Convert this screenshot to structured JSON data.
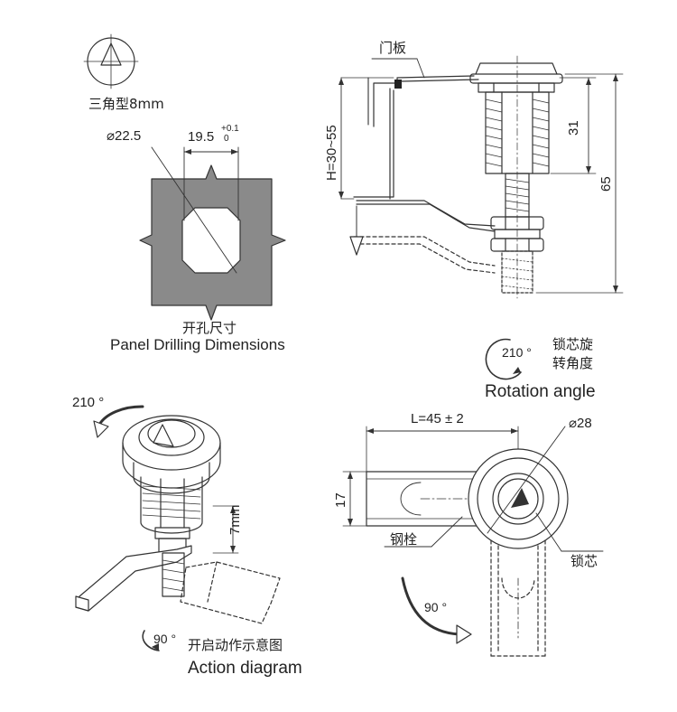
{
  "colors": {
    "ink": "#333333",
    "fill": "#8a8a8a",
    "light": "#d9d9d9"
  },
  "top_left": {
    "triangle_label": "三角型8mm",
    "dia_label": "⌀22.5",
    "width_label_main": "19.5",
    "width_label_sup": "+0.1",
    "width_label_sub": "0",
    "caption_cn": "开孔尺寸",
    "caption_en": "Panel Drilling Dimensions"
  },
  "top_right": {
    "panel_label": "门板",
    "height_label": "H=30~55",
    "dim_31": "31",
    "dim_65": "65",
    "rotation_deg": "210 °",
    "rotation_cn_1": "锁芯旋",
    "rotation_cn_2": "转角度",
    "rotation_en": "Rotation angle"
  },
  "bottom_left": {
    "rotation_deg": "210 °",
    "dim_7mm": "7mm",
    "action_deg": "90 °",
    "action_cn": "开启动作示意图",
    "action_en": "Action diagram"
  },
  "bottom_right": {
    "length_label": "L=45 ± 2",
    "dia_label": "⌀28",
    "dim_17": "17",
    "bolt_label": "钢栓",
    "core_label": "锁芯",
    "swing_deg": "90 °"
  }
}
